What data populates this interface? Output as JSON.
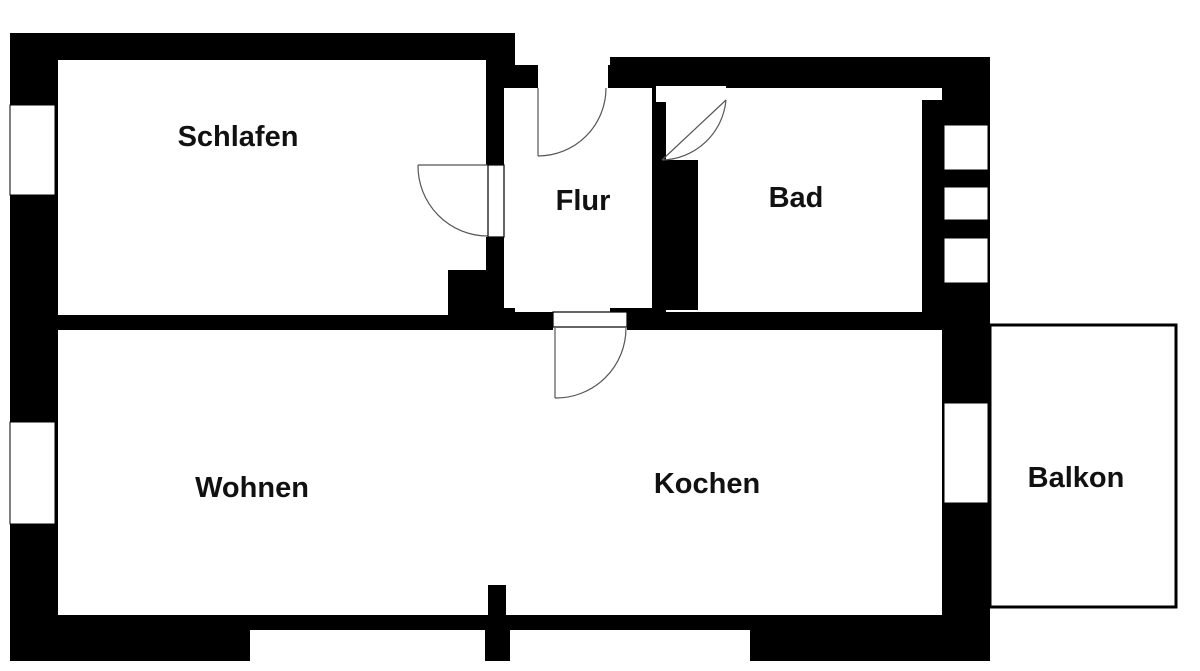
{
  "rooms": {
    "schlafen": "Schlafen",
    "flur": "Flur",
    "bad": "Bad",
    "wohnen": "Wohnen",
    "kochen": "Kochen",
    "balkon": "Balkon"
  },
  "colors": {
    "wall": "#000000",
    "floor": "#ffffff",
    "door_swing": "#555555"
  }
}
